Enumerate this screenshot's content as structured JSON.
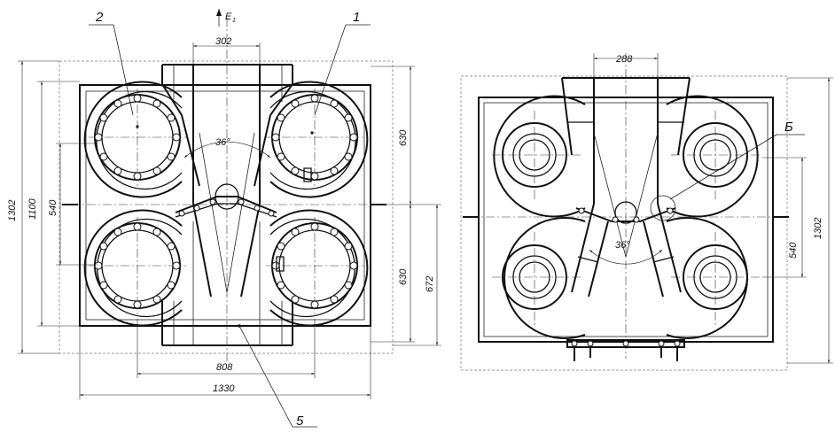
{
  "left_view": {
    "labels": {
      "part1": "1",
      "part2": "2",
      "part5": "5",
      "flow": "E"
    },
    "dimensions": {
      "width_top": "302",
      "angle": "36°",
      "height_total": "1302",
      "height_inner": "1100",
      "height_centers": "540",
      "right_upper": "630",
      "right_lower": "630",
      "right_outer": "672",
      "width_centers": "808",
      "width_total": "1330"
    }
  },
  "right_view": {
    "labels": {
      "detail": "Б"
    },
    "dimensions": {
      "width_top": "288",
      "angle": "36°",
      "height_total": "1302",
      "height_centers": "540"
    }
  }
}
